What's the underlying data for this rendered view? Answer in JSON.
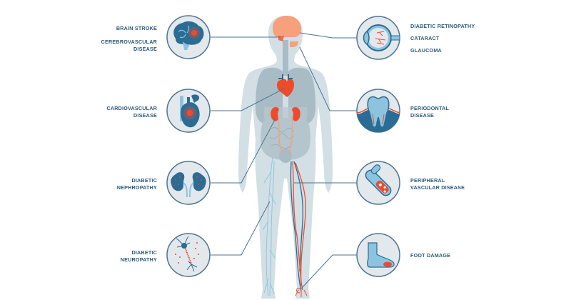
{
  "diagram": {
    "colors": {
      "text": "#2c5a7a",
      "connector": "#4a7392",
      "circle_fill": "#e3e8ec",
      "circle_stroke": "#4f7591",
      "body_fill": "#d2dfe4",
      "organ_fill": "#a9bcc6",
      "accent_red": "#ee4b2b",
      "accent_peach": "#f6a07c",
      "dark_blue": "#2b6c94",
      "light_blue": "#8cc4e0"
    },
    "left_items": [
      {
        "id": "brain",
        "lines": [
          "BRAIN STROKE",
          "",
          "CEREBROVASCULAR",
          "DISEASE"
        ],
        "icon": "brain-icon"
      },
      {
        "id": "heart",
        "lines": [
          "CARDIOVASCULAR",
          "DISEASE"
        ],
        "icon": "heart-icon"
      },
      {
        "id": "kidney",
        "lines": [
          "DIABETIC",
          "NEPHROPATHY"
        ],
        "icon": "kidneys-icon"
      },
      {
        "id": "nerve",
        "lines": [
          "DIABETIC",
          "NEUROPATHY"
        ],
        "icon": "neuron-icon"
      }
    ],
    "right_items": [
      {
        "id": "eye",
        "lines": [
          "DIABETIC RETINOPATHY",
          "",
          "CATARACT",
          "",
          "GLAUCOMA"
        ],
        "icon": "eye-icon"
      },
      {
        "id": "tooth",
        "lines": [
          "PERIODONTAL",
          "DISEASE"
        ],
        "icon": "tooth-icon"
      },
      {
        "id": "vessel",
        "lines": [
          "PERIPHERAL",
          "VASCULAR DISEASE"
        ],
        "icon": "blood-vessel-icon"
      },
      {
        "id": "foot",
        "lines": [
          "FOOT DAMAGE"
        ],
        "icon": "foot-icon"
      }
    ],
    "labels": {
      "brain_1": "BRAIN STROKE",
      "brain_2": "CEREBROVASCULAR",
      "brain_3": "DISEASE",
      "heart_1": "CARDIOVASCULAR",
      "heart_2": "DISEASE",
      "kidney_1": "DIABETIC",
      "kidney_2": "NEPHROPATHY",
      "nerve_1": "DIABETIC",
      "nerve_2": "NEUROPATHY",
      "eye_1": "DIABETIC RETINOPATHY",
      "eye_2": "CATARACT",
      "eye_3": "GLAUCOMA",
      "tooth_1": "PERIODONTAL",
      "tooth_2": "DISEASE",
      "vessel_1": "PERIPHERAL",
      "vessel_2": "VASCULAR DISEASE",
      "foot_1": "FOOT DAMAGE"
    }
  }
}
